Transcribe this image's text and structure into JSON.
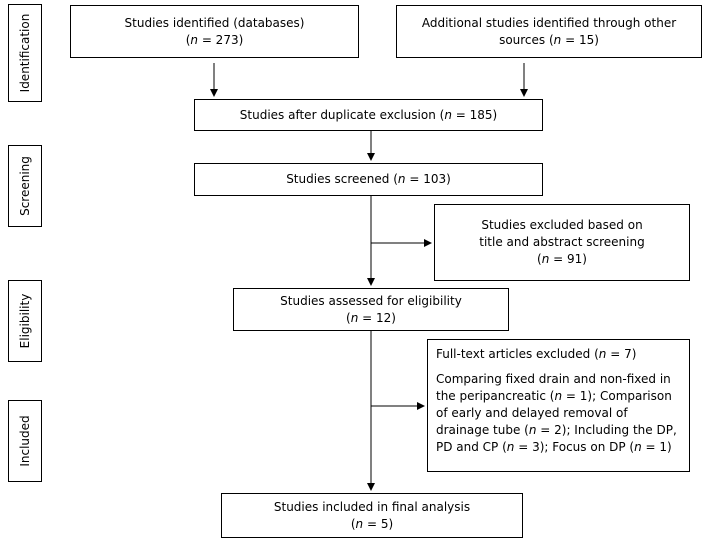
{
  "stages": {
    "identification": "Identification",
    "screening": "Screening",
    "eligibility": "Eligibility",
    "included": "Included"
  },
  "boxes": {
    "identified_db": {
      "line1": "Studies identified (databases)",
      "line2_pre": "(",
      "line2_n": "n",
      "line2_post": " = 273)"
    },
    "identified_other": {
      "line1": "Additional studies identified through other",
      "line2_pre": "sources (",
      "line2_n": "n",
      "line2_post": " = 15)"
    },
    "after_duplicates": {
      "pre": "Studies after duplicate exclusion (",
      "n": "n",
      "post": " = 185)"
    },
    "screened": {
      "pre": "Studies screened (",
      "n": "n",
      "post": " = 103)"
    },
    "excluded_title": {
      "line1": "Studies excluded based on",
      "line2": "title and abstract screening",
      "line3_pre": "(",
      "line3_n": "n",
      "line3_post": " = 91)"
    },
    "eligibility": {
      "line1": "Studies assessed for eligibility",
      "line2_pre": "(",
      "line2_n": "n",
      "line2_post": " = 12)"
    },
    "fulltext_excluded": {
      "head_pre": "Full-text articles excluded (",
      "head_n": "n",
      "head_post": " = 7)",
      "r1_pre": "Comparing fixed drain and non-fixed in the peripancreatic (",
      "r1_n": "n",
      "r1_post": " = 1); Comparison of early and delayed removal of drainage tube (",
      "r2_n": "n",
      "r2_post": " = 2); Including the DP, PD and CP (",
      "r3_n": "n",
      "r3_post": " = 3); Focus on DP (",
      "r4_n": "n",
      "r4_post": " = 1)"
    },
    "final": {
      "line1": "Studies included in final analysis",
      "line2_pre": "(",
      "line2_n": "n",
      "line2_post": " = 5)"
    }
  }
}
